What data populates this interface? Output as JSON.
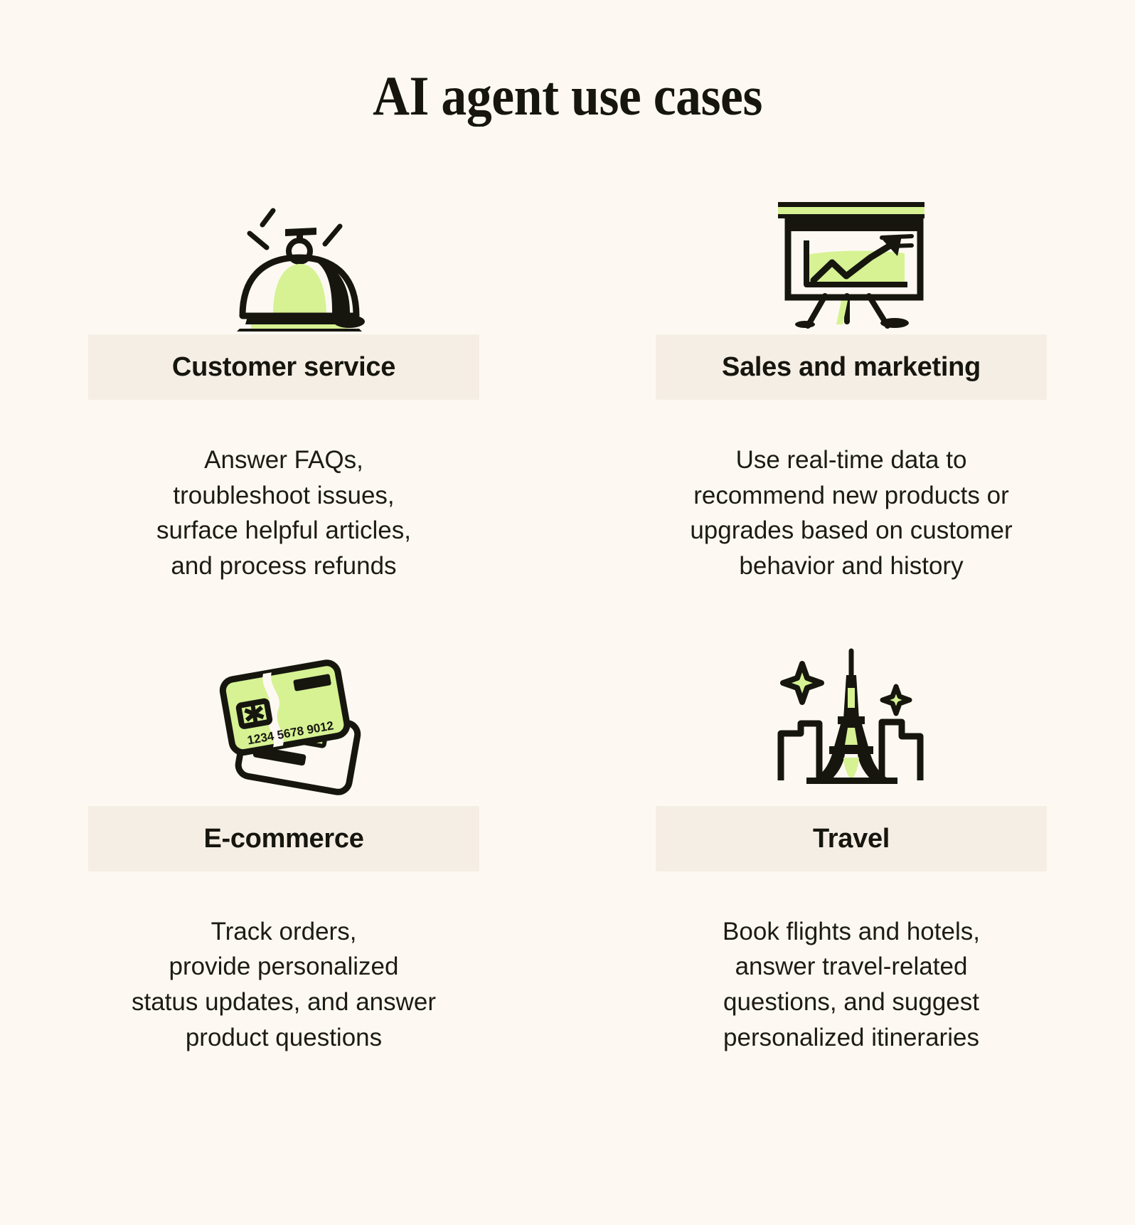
{
  "page": {
    "title": "AI agent use cases",
    "background_color": "#FDF9F2",
    "band_color": "#F5EEE5",
    "accent_green": "#D6F293",
    "ink_color": "#16160F"
  },
  "cards": [
    {
      "icon": "service-bell-icon",
      "label": "Customer service",
      "description": "Answer FAQs,\ntroubleshoot issues,\nsurface helpful articles,\nand process refunds"
    },
    {
      "icon": "presentation-chart-icon",
      "label": "Sales and marketing",
      "description": "Use real-time data to\nrecommend new products or\nupgrades based on customer\nbehavior and history"
    },
    {
      "icon": "credit-cards-icon",
      "label": "E-commerce",
      "description": "Track orders,\nprovide personalized\nstatus updates, and answer\nproduct questions"
    },
    {
      "icon": "eiffel-tower-icon",
      "label": "Travel",
      "description": "Book flights and hotels,\nanswer travel-related\nquestions, and suggest\npersonalized itineraries"
    }
  ],
  "icon_details": {
    "credit_card_number": "1234 5678 9012"
  }
}
